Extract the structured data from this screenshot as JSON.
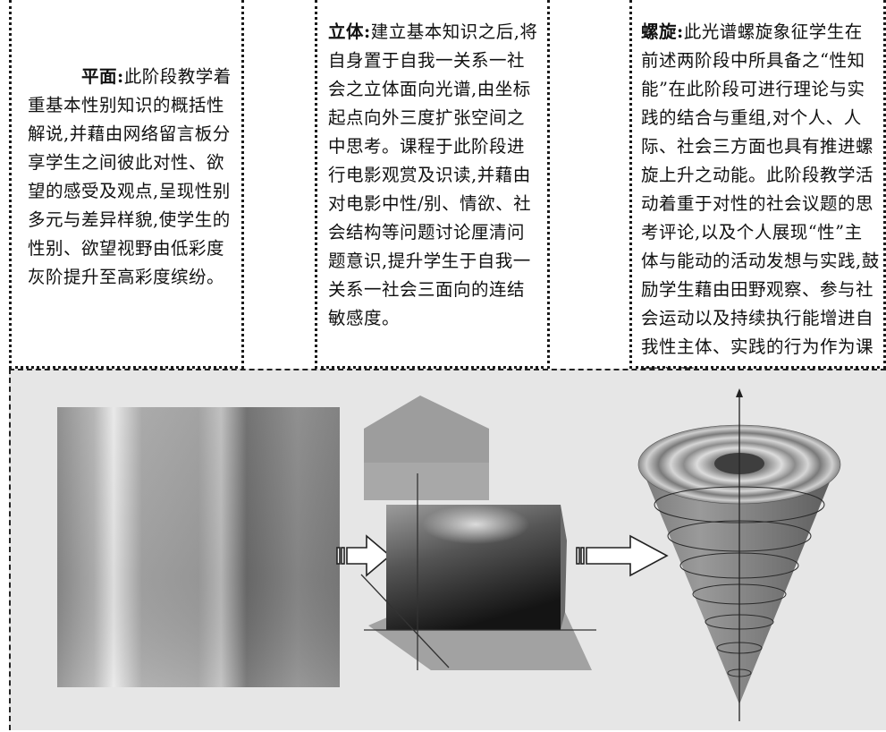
{
  "panels": [
    {
      "lead": "平面:",
      "text": "此阶段教学着重基本性别知识的概括性解说,并藉由网络留言板分享学生之间彼此对性、欲望的感受及观点,呈现性别多元与差异样貌,使学生的性别、欲望视野由低彩度灰阶提升至高彩度缤纷。"
    },
    {
      "lead": "立体:",
      "text": "建立基本知识之后,将自身置于自我一关系一社会之立体面向光谱,由坐标起点向外三度扩张空间之中思考。课程于此阶段进行电影观赏及识读,并藉由对电影中性/别、情欲、社会结构等问题讨论厘清问题意识,提升学生于自我一关系一社会三面向的连结敏感度。"
    },
    {
      "lead": "螺旋:",
      "text": "此光谱螺旋象征学生在前述两阶段中所具备之“性知能”在此阶段可进行理论与实践的结合与重组,对个人、人际、社会三方面也具有推进螺旋上升之动能。此阶段教学活动着重于对性的社会议题的思考评论,以及个人展现“性”主体与能动的活动发想与实践,鼓励学生藉由田野观察、参与社会运动以及持续执行能增进自我性主体、实践的行为作为课程主题。"
    }
  ],
  "colors": {
    "panel_background": "#e6e6e6",
    "border": "#1a1a1a"
  }
}
